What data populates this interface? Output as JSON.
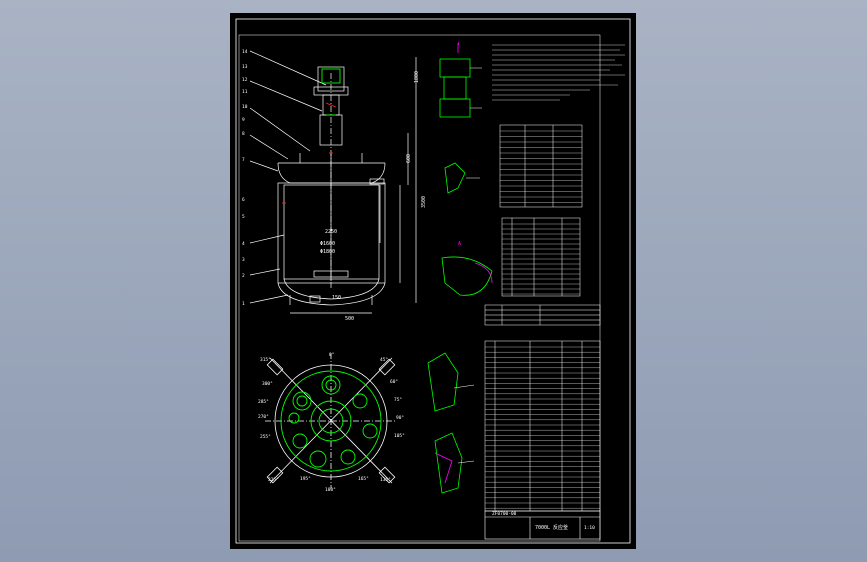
{
  "colors": {
    "background": "#9aa5b9",
    "sheet": "#000000",
    "line": "#ffffff",
    "green": "#00ff00",
    "magenta": "#ff00ff",
    "yellow": "#ffff00",
    "red": "#ff2020"
  },
  "view_labels": {
    "flange_detail_label": "Ⅰ",
    "nozzle_detail_label": "A"
  },
  "dimensions": {
    "dim_1": "1800",
    "dim_2": "600",
    "dim_3": "3500",
    "dim_4": "Φ1600",
    "dim_5": "Φ1800",
    "dim_6": "150",
    "dim_7": "2250",
    "dim_8": "500"
  },
  "part_numbers": [
    "14",
    "13",
    "12",
    "11",
    "10",
    "9",
    "8",
    "7",
    "6",
    "5",
    "4",
    "3",
    "2",
    "1"
  ],
  "nozzle_angles": {
    "top": "0°",
    "a45": "45°",
    "a60": "60°",
    "a75": "75°",
    "a90": "90°",
    "a105": "105°",
    "a135": "135°",
    "a165": "165°",
    "a180": "180°",
    "a195": "195°",
    "a225": "225°",
    "a255": "255°",
    "a270": "270°",
    "a285": "285°",
    "a300": "300°",
    "a315": "315°"
  },
  "title_block": {
    "drawing_no": "ZF0700-00",
    "name": "7000L 反应釜",
    "scale": "1:10"
  }
}
